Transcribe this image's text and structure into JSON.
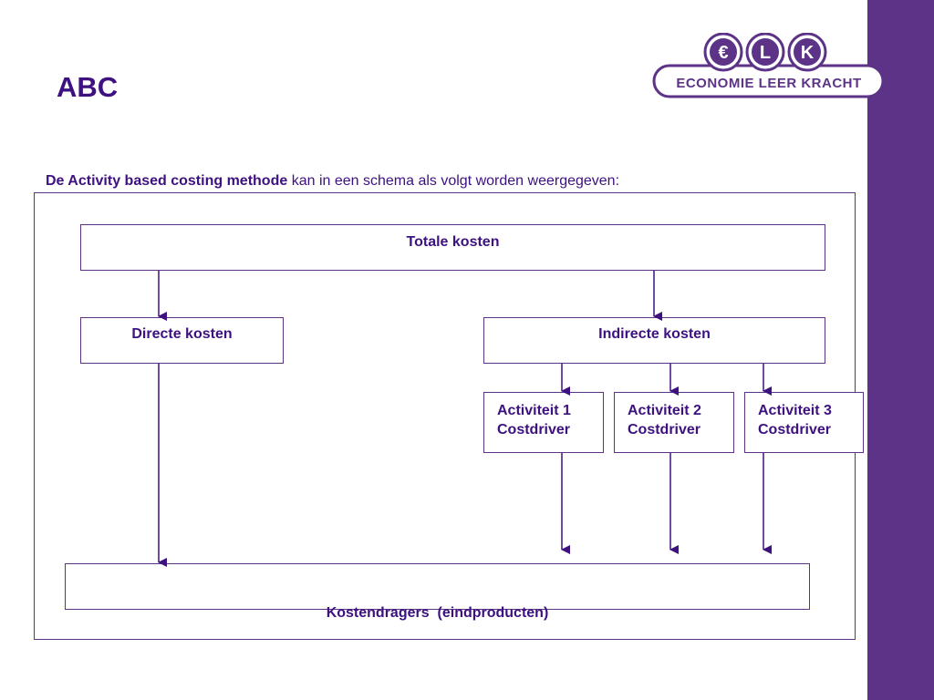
{
  "slide": {
    "title": "ABC",
    "intro": {
      "part1": "De Activity based costing",
      "part2": " methode",
      "part3": " kan in een schema als volgt worden weergegeven:"
    }
  },
  "logo": {
    "circles": [
      "€",
      "L",
      "K"
    ],
    "text": "ECONOMIE LEER KRACHT"
  },
  "diagram": {
    "total": "Totale kosten",
    "direct": "Directe kosten",
    "indirect": "Indirecte kosten",
    "activities": [
      {
        "line1": "Activiteit 1",
        "line2": "Costdriver"
      },
      {
        "line1": "Activiteit 2",
        "line2": "Costdriver"
      },
      {
        "line1": "Activiteit 3",
        "line2": "Costdriver"
      }
    ],
    "carriers": "Kostendragers  (eindproducten)"
  },
  "colors": {
    "accent": "#5c3387",
    "text": "#3d1180"
  }
}
